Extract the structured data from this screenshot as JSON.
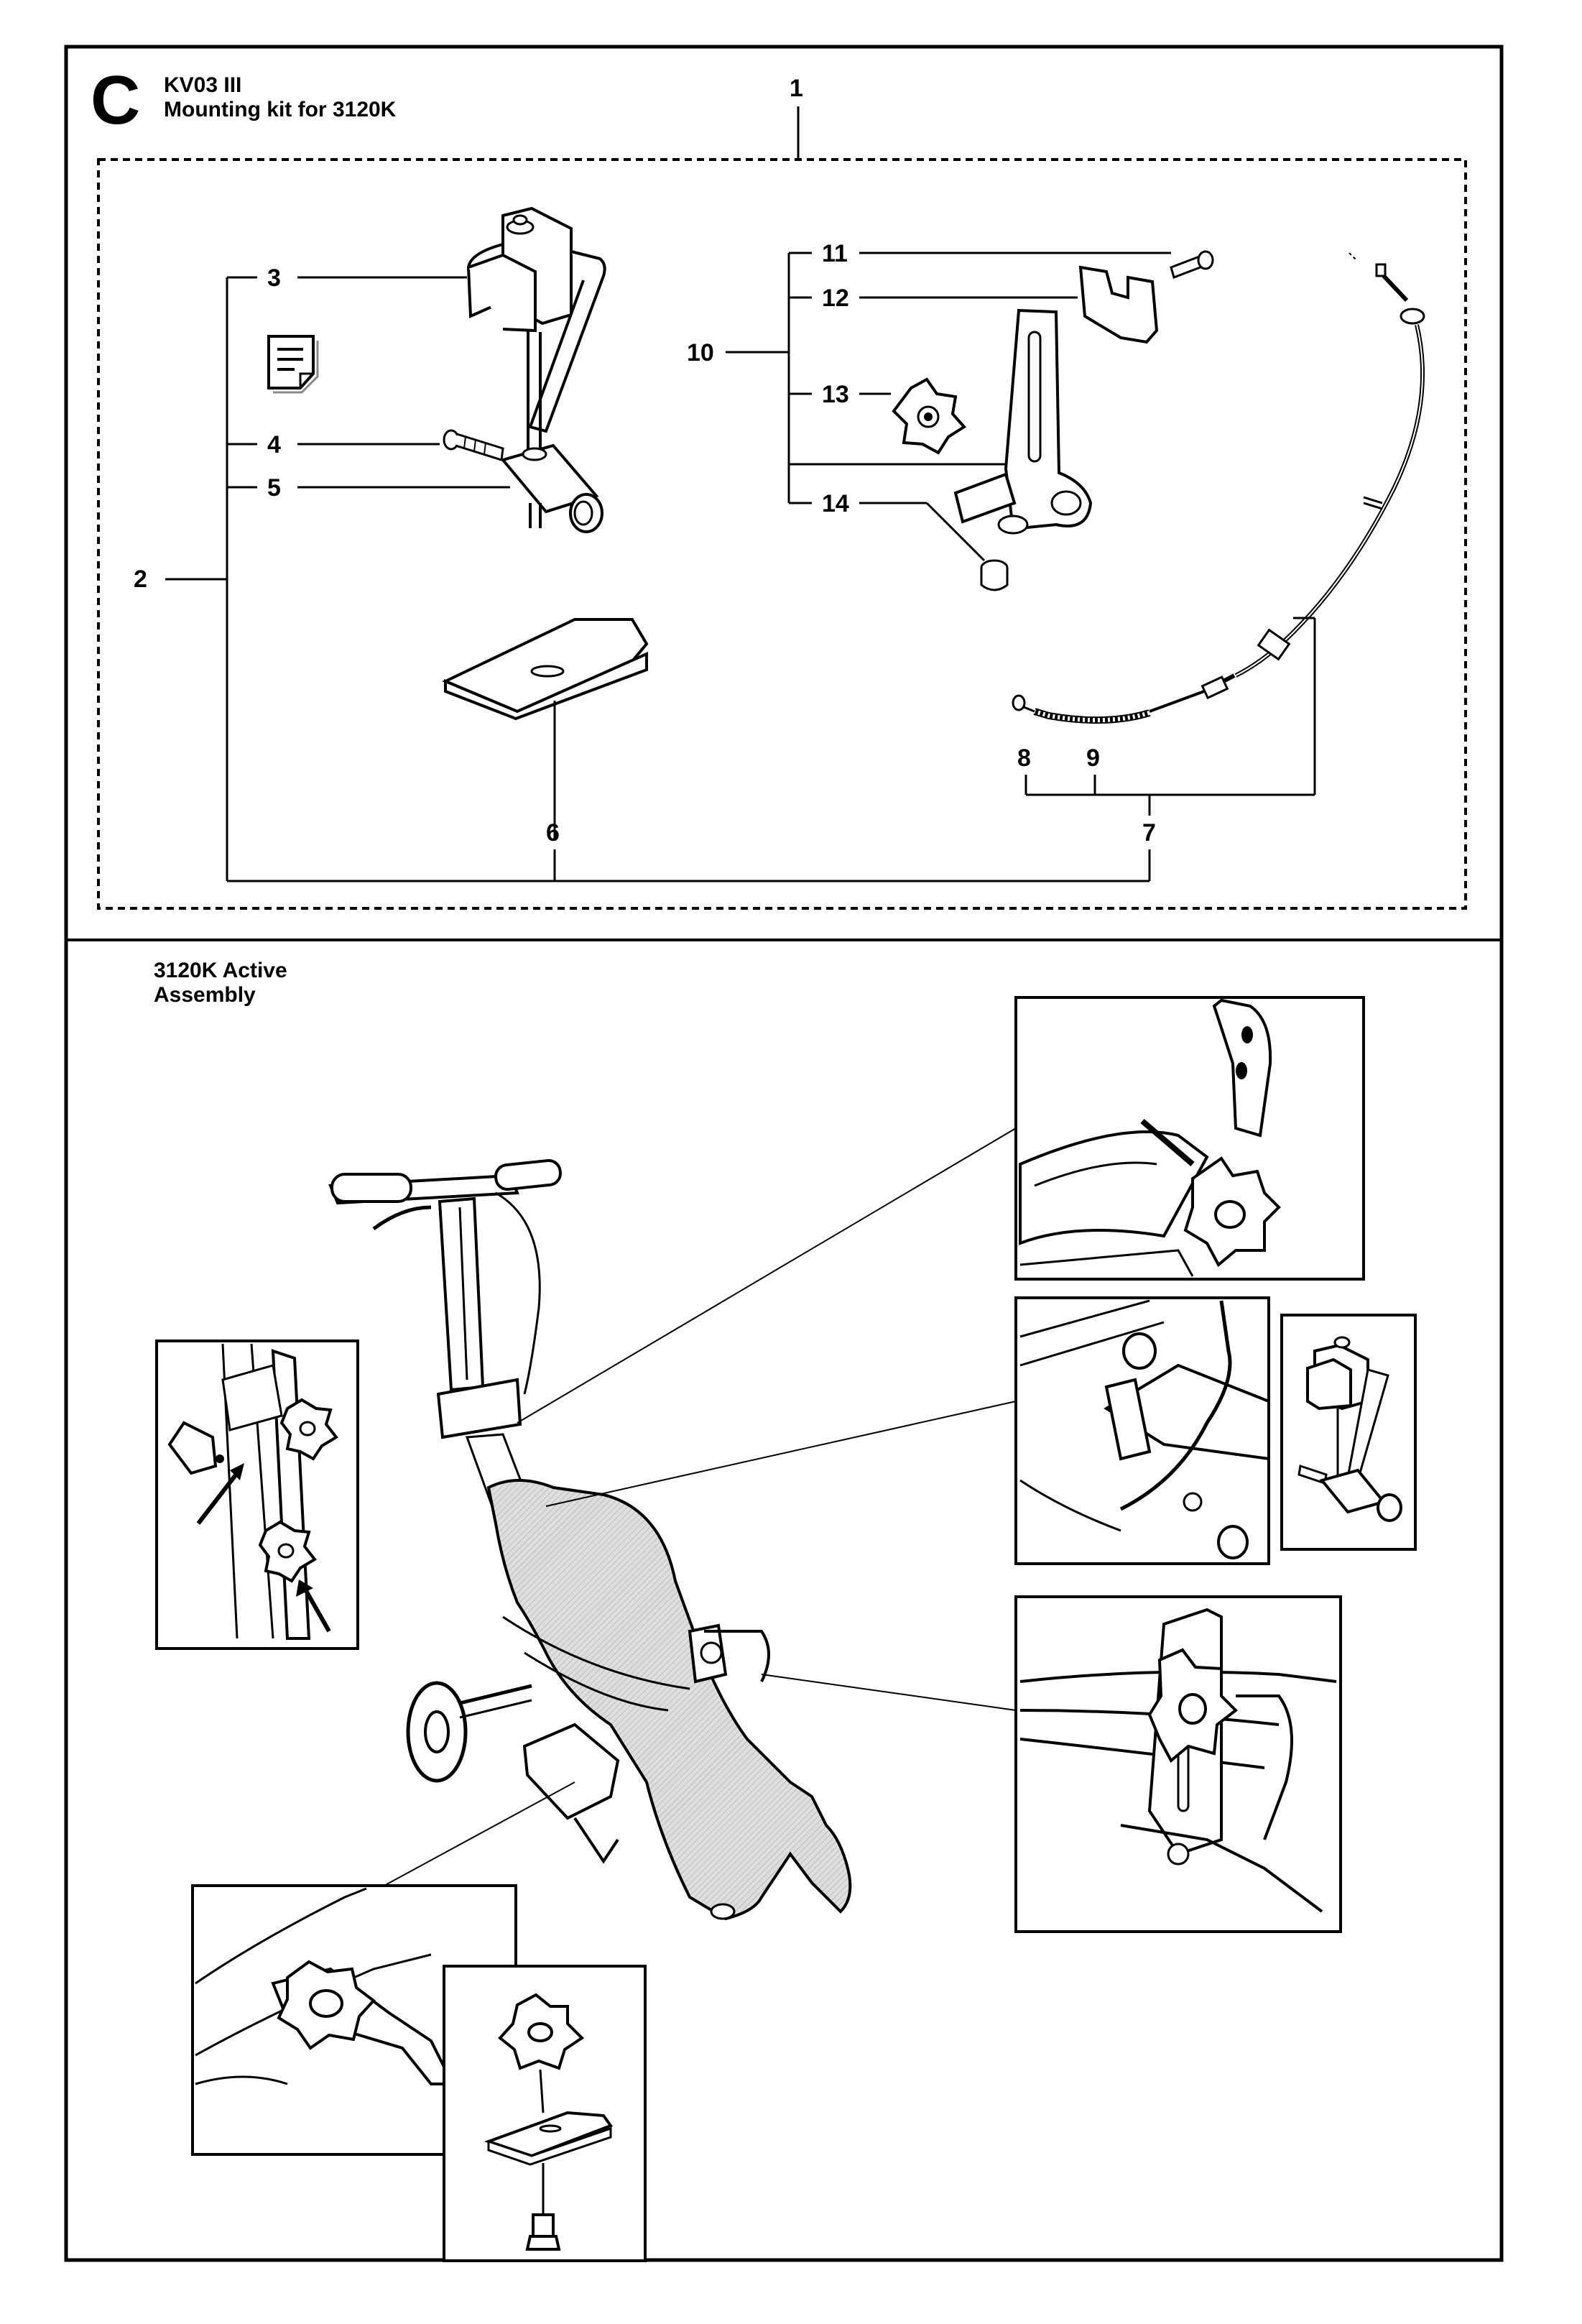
{
  "header": {
    "section_letter": "C",
    "code": "KV03 III",
    "title": "Mounting kit for 3120K"
  },
  "assembly": {
    "title_line1": "3120K Active",
    "title_line2": "Assembly"
  },
  "callouts": {
    "c1": "1",
    "c2": "2",
    "c3": "3",
    "c4": "4",
    "c5": "5",
    "c6": "6",
    "c7": "7",
    "c8": "8",
    "c9": "9",
    "c10": "10",
    "c11": "11",
    "c12": "12",
    "c13": "13",
    "c14": "14"
  },
  "icons": {
    "note": "document-note-icon"
  },
  "colors": {
    "line": "#000000",
    "machine_fill": "#d9d9d9",
    "background": "#ffffff"
  }
}
